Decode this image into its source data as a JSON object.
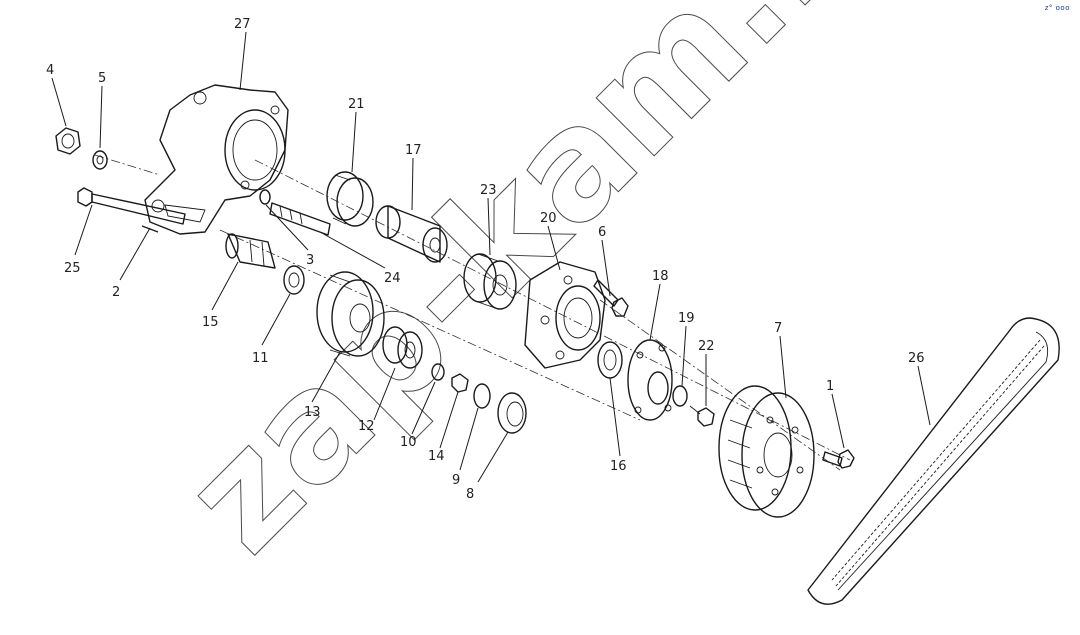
{
  "diagram": {
    "callouts": [
      {
        "id": "c1",
        "label": "1"
      },
      {
        "id": "c2",
        "label": "2"
      },
      {
        "id": "c3",
        "label": "3"
      },
      {
        "id": "c4",
        "label": "4"
      },
      {
        "id": "c5",
        "label": "5"
      },
      {
        "id": "c6",
        "label": "6"
      },
      {
        "id": "c7",
        "label": "7"
      },
      {
        "id": "c8",
        "label": "8"
      },
      {
        "id": "c9",
        "label": "9"
      },
      {
        "id": "c10",
        "label": "10"
      },
      {
        "id": "c11",
        "label": "11"
      },
      {
        "id": "c12",
        "label": "12"
      },
      {
        "id": "c13",
        "label": "13"
      },
      {
        "id": "c14",
        "label": "14"
      },
      {
        "id": "c15",
        "label": "15"
      },
      {
        "id": "c16",
        "label": "16"
      },
      {
        "id": "c17",
        "label": "17"
      },
      {
        "id": "c18",
        "label": "18"
      },
      {
        "id": "c19",
        "label": "19"
      },
      {
        "id": "c20",
        "label": "20"
      },
      {
        "id": "c21",
        "label": "21"
      },
      {
        "id": "c22",
        "label": "22"
      },
      {
        "id": "c23",
        "label": "23"
      },
      {
        "id": "c24",
        "label": "24"
      },
      {
        "id": "c25",
        "label": "25"
      },
      {
        "id": "c26",
        "label": "26"
      },
      {
        "id": "c27",
        "label": "27"
      }
    ]
  },
  "watermark": {
    "text": "zap-kam.ru",
    "style": "outlined-diagonal"
  },
  "logo": {
    "text": "z° ooo",
    "color": "#1b3c9a"
  }
}
